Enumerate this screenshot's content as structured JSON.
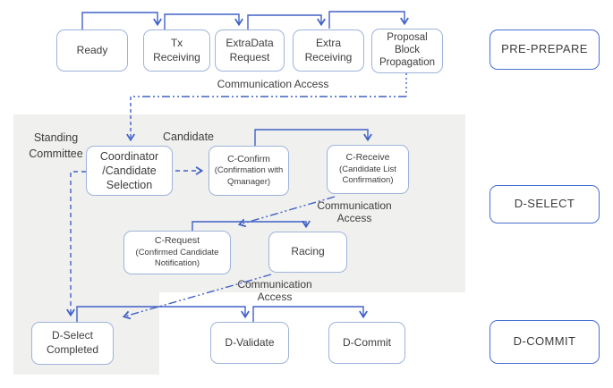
{
  "diagram": {
    "phases": {
      "pre_prepare": "PRE-PREPARE",
      "d_select": "D-SELECT",
      "d_commit": "D-COMMIT"
    },
    "nodes": {
      "ready": {
        "label": "Ready"
      },
      "tx_receiving": {
        "label": "Tx Receiving"
      },
      "extradata_request": {
        "label": "ExtraData Request"
      },
      "extra_receiving": {
        "label": "Extra Receiving"
      },
      "proposal_block": {
        "label": "Proposal Block Propagation"
      },
      "coordinator": {
        "label": "Coordinator /Candidate Selection"
      },
      "c_confirm": {
        "title": "C-Confirm",
        "sub": "(Confirmation with Qmanager)"
      },
      "c_receive": {
        "title": "C-Receive",
        "sub": "(Candidate List Confirmation)"
      },
      "c_request": {
        "title": "C-Request",
        "sub": "(Confirmed Candidate Notification)"
      },
      "racing": {
        "label": "Racing"
      },
      "d_select_completed": {
        "label": "D-Select Completed"
      },
      "d_validate": {
        "label": "D-Validate"
      },
      "d_commit": {
        "label": "D-Commit"
      }
    },
    "labels": {
      "standing_committee": "Standing Committee",
      "candidate": "Candidate",
      "comm_access_top": "Communication Access",
      "comm_access_mid": "Communication Access",
      "comm_access_bottom": "Communication Access"
    }
  },
  "colors": {
    "line": "#4161c6",
    "box_border": "#9fb3da",
    "phase_border": "#4a6fd4",
    "text": "#3d3d3d",
    "panel_bg": "#f0f0ef"
  }
}
